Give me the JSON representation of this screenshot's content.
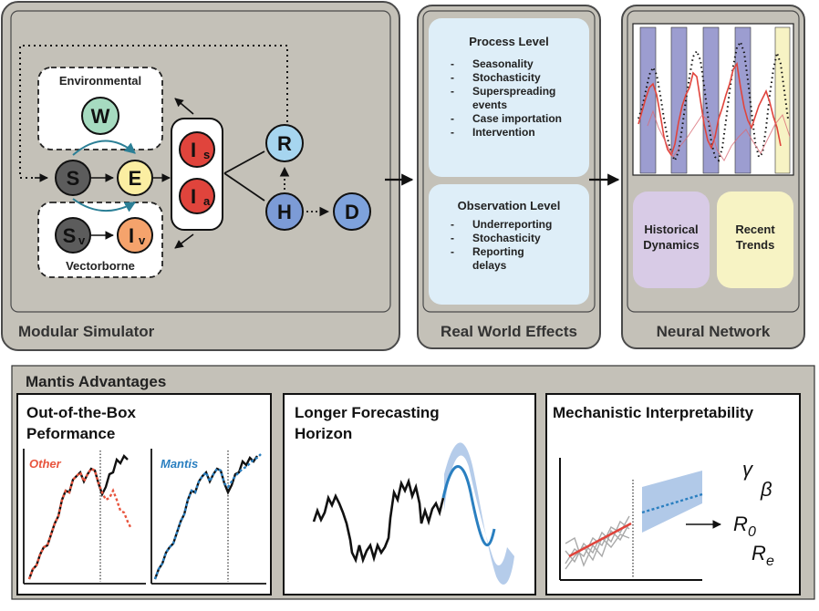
{
  "top_panels": {
    "simulator_title": "Modular Simulator",
    "real_world_title": "Real World Effects",
    "neural_title": "Neural Network"
  },
  "simulator": {
    "environmental_label": "Environmental",
    "vectorborne_label": "Vectorborne",
    "nodes": {
      "W": "W",
      "S": "S",
      "E": "E",
      "Is": "I",
      "Is_sub": "s",
      "Ia": "I",
      "Ia_sub": "a",
      "R": "R",
      "H": "H",
      "D": "D",
      "Sv": "S",
      "Sv_sub": "v",
      "Iv": "I",
      "Iv_sub": "v"
    }
  },
  "real_world": {
    "process_title": "Process Level",
    "process_items": [
      "Seasonality",
      "Stochasticity",
      "Superspreading",
      "events",
      "Case importation",
      "Intervention"
    ],
    "observation_title": "Observation Level",
    "observation_items": [
      "Underreporting",
      "Stochasticity",
      "Reporting",
      "delays"
    ],
    "bullet": "-"
  },
  "neural": {
    "historical_label_1": "Historical",
    "historical_label_2": "Dynamics",
    "recent_label_1": "Recent",
    "recent_label_2": "Trends"
  },
  "advantages": {
    "title": "Mantis Advantages",
    "oob_title_1": "Out-of-the-Box",
    "oob_title_2": "Peformance",
    "other_label": "Other",
    "mantis_label": "Mantis",
    "horizon_title_1": "Longer Forecasting",
    "horizon_title_2": "Horizon",
    "interp_title": "Mechanistic Interpretability",
    "gamma": "γ",
    "beta": "β",
    "r0": "R",
    "r0_sub": "0",
    "re": "R",
    "re_sub": "e"
  },
  "colors": {
    "panel_gray": "#c4c1b8",
    "lightblue_box": "#deeef8",
    "purple_box": "#d8cbe6",
    "yellow_box": "#f7f3c4",
    "node_W": "#a6dbc0",
    "node_S": "#5c5c5c",
    "node_E": "#fbeea2",
    "node_I": "#e0443c",
    "node_R": "#a6d5ef",
    "node_H": "#7c9bd6",
    "node_D": "#7ea2dc",
    "node_Iv": "#f5a36c",
    "red_line": "#e0443c",
    "blue_line": "#2a7fc0"
  }
}
